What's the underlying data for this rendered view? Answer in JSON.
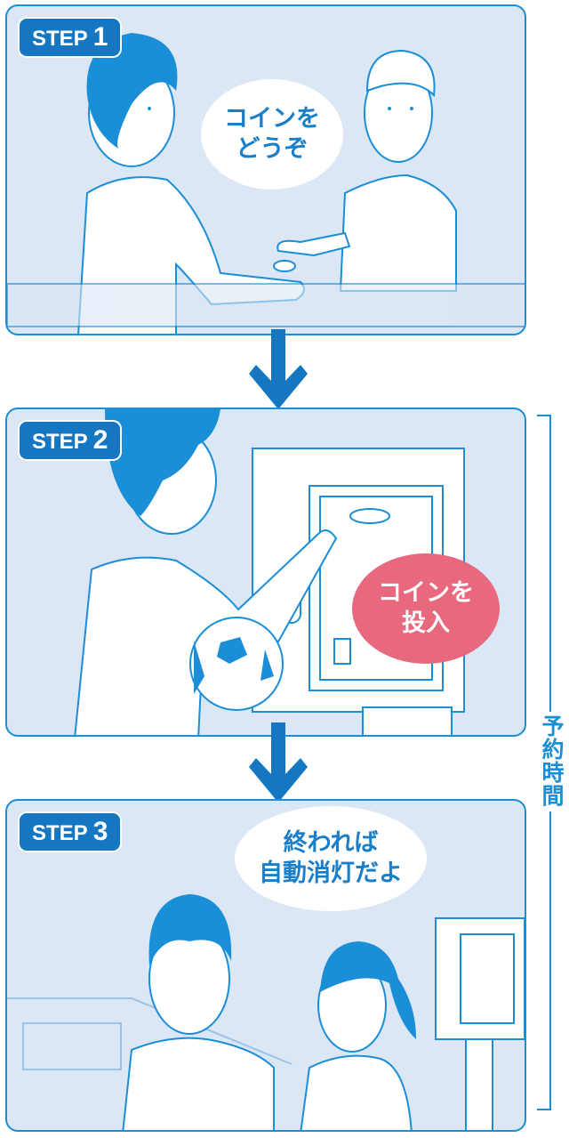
{
  "steps": [
    {
      "prefix": "STEP",
      "num": "1",
      "bubble": [
        "コインを",
        "どうぞ"
      ]
    },
    {
      "prefix": "STEP",
      "num": "2",
      "bubble": [
        "コインを",
        "投入"
      ]
    },
    {
      "prefix": "STEP",
      "num": "3",
      "bubble": [
        "終われば",
        "自動消灯だよ"
      ]
    }
  ],
  "bracket_label": "予約時間",
  "colors": {
    "panel_bg": "#dbe7f5",
    "accent": "#1a8ed6",
    "badge": "#1577c2",
    "pink": "#e8687e"
  }
}
